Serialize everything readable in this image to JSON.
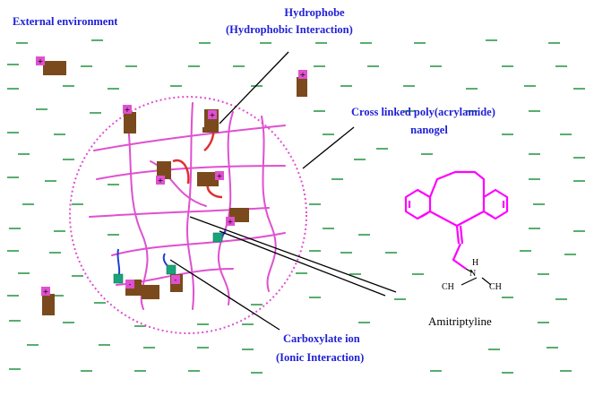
{
  "labels": {
    "external": "External environment",
    "hydrophobe": "Hydrophobe",
    "hydrophobic_interaction": "(Hydrophobic Interaction)",
    "nanogel_line1": "Cross linked poly(acrylamide)",
    "nanogel_line2": "nanogel",
    "drug": "Amitriptyline",
    "carboxylate": "Carboxylate ion",
    "ionic_interaction": "(Ionic Interaction)"
  },
  "molecule_labels": {
    "n_h": "H",
    "n_n": "N",
    "ch3_left": "CH",
    "ch3_right": "CH"
  },
  "colors": {
    "label_blue": "#1f1fd6",
    "water_green": "#2e9a4a",
    "polymer_magenta": "#e050d0",
    "drug_magenta": "#ff00ff",
    "drug_block_brown": "#7a4a1c",
    "hydrophobe_red": "#e03030",
    "carboxylate_teal": "#1aa37a",
    "leader_black": "#000000"
  },
  "icons": {
    "drug_molecule": "drug-block-icon",
    "water": "water-dash-icon",
    "cation": "plus-icon",
    "anion": "minus-icon"
  }
}
